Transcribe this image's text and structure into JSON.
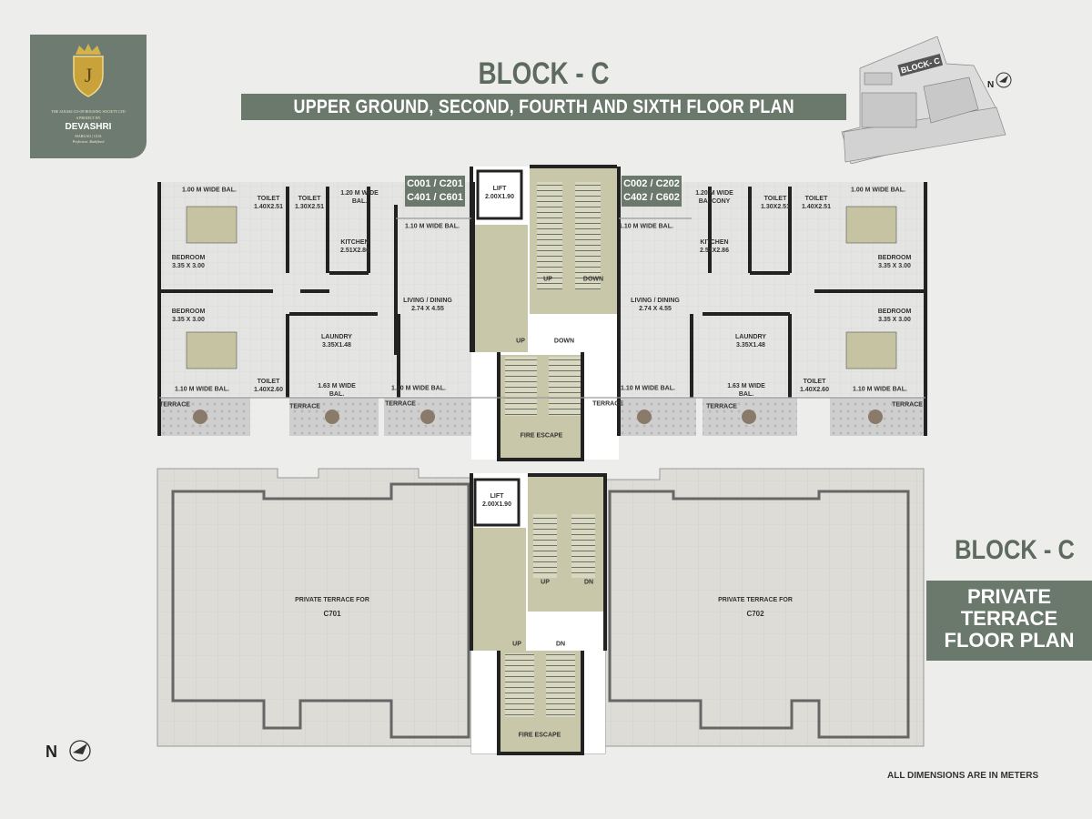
{
  "logo": {
    "monogram": "J",
    "society": "THE JANAKI CO-OP HOUSING SOCIETY LTD",
    "project_by": "A PROJECT BY",
    "brand": "DEVASHRI",
    "location": "MARGAO | GOA",
    "tagline": "Perfection. Redefined"
  },
  "header": {
    "title": "BLOCK - C",
    "subtitle": "UPPER GROUND, SECOND, FOURTH AND SIXTH FLOOR PLAN"
  },
  "key_plan": {
    "block_label": "BLOCK- C",
    "north": "N"
  },
  "upper_plan": {
    "core": {
      "lift": "LIFT",
      "lift_size": "2.00X1.90",
      "up1": "UP",
      "down1": "DOWN",
      "up2": "UP",
      "down2": "DOWN",
      "fire_escape": "FIRE ESCAPE"
    },
    "left_unit": {
      "units_line1": "C001 / C201",
      "units_line2": "C401 / C601",
      "bal_top": "1.00 M WIDE BAL.",
      "toilet1": "TOILET",
      "toilet1_size": "1.40X2.51",
      "toilet2": "TOILET",
      "toilet2_size": "1.30X2.51",
      "bal_kitchen_1": "1.20 M WIDE",
      "bal_kitchen_2": "BAL.",
      "bal_living": "1.10 M WIDE BAL.",
      "kitchen": "KITCHEN",
      "kitchen_size": "2.51X2.86",
      "bedroom1": "BEDROOM",
      "bedroom1_size": "3.35 X 3.00",
      "living": "LIVING / DINING",
      "living_size": "2.74 X 4.55",
      "bedroom2": "BEDROOM",
      "bedroom2_size": "3.35 X 3.00",
      "laundry": "LAUNDRY",
      "laundry_size": "3.35X1.48",
      "bal_bed2": "1.10 M WIDE BAL.",
      "toilet3": "TOILET",
      "toilet3_size": "1.40X2.60",
      "bal_laundry_1": "1.63 M WIDE",
      "bal_laundry_2": "BAL.",
      "bal_living2": "1.10 M WIDE BAL.",
      "terraces": [
        "TERRACE",
        "TERRACE",
        "TERRACE"
      ]
    },
    "right_unit": {
      "units_line1": "C002 / C202",
      "units_line2": "C402 / C602",
      "bal_top": "1.00 M WIDE BAL.",
      "toilet1": "TOILET",
      "toilet1_size": "1.40X2.51",
      "toilet2": "TOILET",
      "toilet2_size": "1.30X2.51",
      "bal_kitchen_1": "1.20 M WIDE",
      "bal_kitchen_2": "BALCONY",
      "bal_living": "1.10 M WIDE BAL.",
      "kitchen": "KITCHEN",
      "kitchen_size": "2.51X2.86",
      "bedroom1": "BEDROOM",
      "bedroom1_size": "3.35 X 3.00",
      "living": "LIVING / DINING",
      "living_size": "2.74 X 4.55",
      "bedroom2": "BEDROOM",
      "bedroom2_size": "3.35 X 3.00",
      "laundry": "LAUNDRY",
      "laundry_size": "3.35X1.48",
      "bal_bed2": "1.10 M WIDE BAL.",
      "toilet3": "TOILET",
      "toilet3_size": "1.40X2.60",
      "bal_laundry_1": "1.63 M WIDE",
      "bal_laundry_2": "BAL.",
      "bal_living2": "1.10 M WIDE BAL.",
      "terraces": [
        "TERRACE",
        "TERRACE",
        "TERRACE"
      ]
    }
  },
  "terrace_plan": {
    "title": "BLOCK - C",
    "subtitle_lines": [
      "PRIVATE",
      "TERRACE",
      "FLOOR PLAN"
    ],
    "core": {
      "lift": "LIFT",
      "lift_size": "2.00X1.90",
      "up1": "UP",
      "down1": "DN",
      "up2": "UP",
      "down2": "DN",
      "fire_escape": "FIRE ESCAPE"
    },
    "left_label": "PRIVATE TERRACE FOR",
    "left_unit": "C701",
    "right_label": "PRIVATE TERRACE FOR",
    "right_unit": "C702"
  },
  "compass": {
    "north": "N"
  },
  "note": "ALL DIMENSIONS ARE IN METERS",
  "colors": {
    "brand": "#6b786c",
    "core": "#c9c7a9",
    "wall": "#222222",
    "floor": "#dcdcdb"
  }
}
